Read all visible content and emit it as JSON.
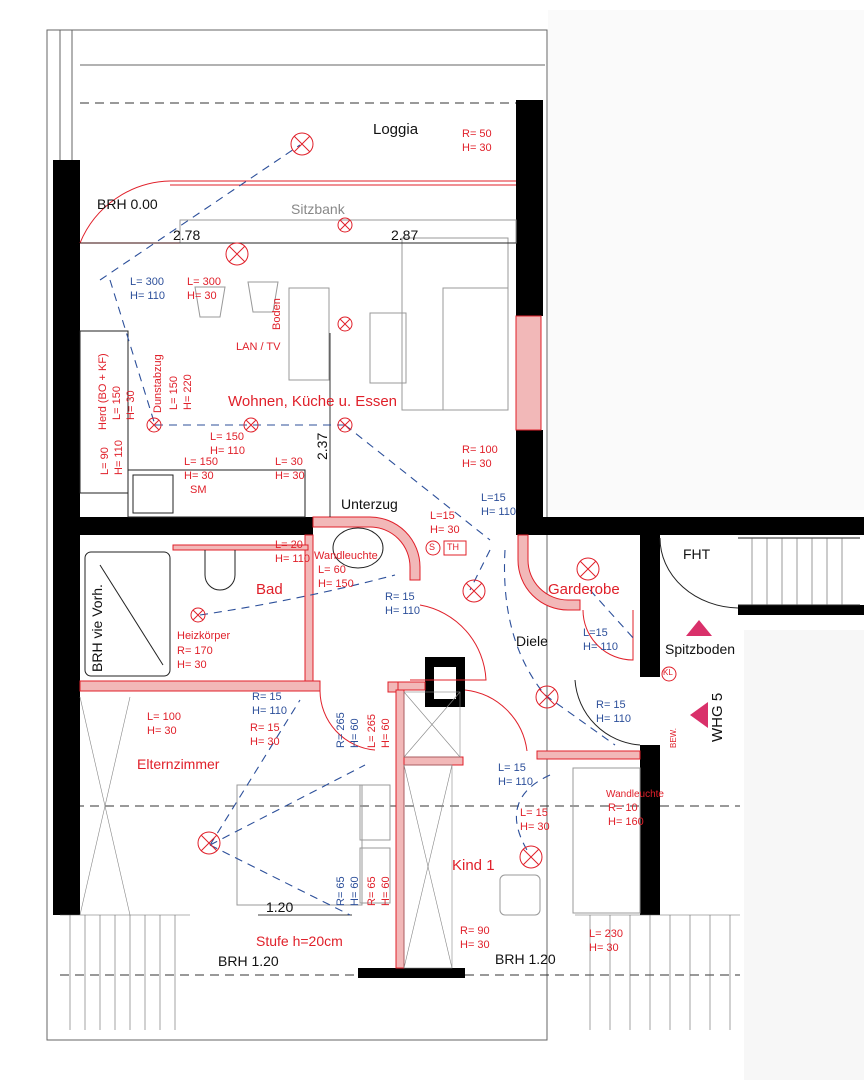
{
  "colors": {
    "wall": "#000000",
    "new_wall": "#f2b8b8",
    "electric": "#e0202a",
    "switch": "#2c4f9a",
    "marker": "#d9306a"
  },
  "rooms": {
    "loggia": "Loggia",
    "wohnen": "Wohnen, Küche u. Essen",
    "bad": "Bad",
    "garderobe": "Garderobe",
    "diele": "Diele",
    "eltern": "Elternzimmer",
    "kind": "Kind 1",
    "spitzboden": "Spitzboden",
    "whg": "WHG 5",
    "fht": "FHT"
  },
  "annotations": {
    "brh_000": "BRH 0.00",
    "sitzbank": "Sitzbank",
    "dim_278": "2.78",
    "dim_287": "2.87",
    "dim_237": "2.37",
    "dim_120": "1.20",
    "unterzug": "Unterzug",
    "boden": "Boden",
    "lan_tv": "LAN / TV",
    "herd": "Herd (BO + KF)",
    "dunstabzug": "Dunstabzug",
    "sm": "SM",
    "wandleuchte": "Wandleuchte",
    "heizkoerper": "Heizkörper",
    "brh_vorh": "BRH vie Vorh.",
    "stufe": "Stufe h=20cm",
    "brh_120a": "BRH 1.20",
    "brh_120b": "BRH 1.20",
    "kl": "KL",
    "bew": "BEW.",
    "s": "S",
    "th": "TH"
  },
  "specs": {
    "loggia_sock": [
      "R= 50",
      "H= 30"
    ],
    "wohnen_switch": [
      "L= 300",
      "H= 110"
    ],
    "wohnen_sock": [
      "L= 300",
      "H= 30"
    ],
    "dunst": [
      "L= 150",
      "H= 220"
    ],
    "herd_sock": [
      "L= 150",
      "H= 30"
    ],
    "herd_l90": [
      "L= 90",
      "H= 110"
    ],
    "kitchen_sock1": [
      "L= 150",
      "H= 110"
    ],
    "kitchen_sock2": [
      "L= 150",
      "H= 30"
    ],
    "kitchen_sock3": [
      "L= 30",
      "H= 30"
    ],
    "wohnen_r100": [
      "R= 100",
      "H= 30"
    ],
    "diele_switch": [
      "L=15",
      "H= 110"
    ],
    "diele_sock": [
      "L=15",
      "H= 30"
    ],
    "bad_l20": [
      "L= 20",
      "H= 110"
    ],
    "wand_l60": [
      "L= 60",
      "H= 150"
    ],
    "bad_switch": [
      "R= 15",
      "H= 110"
    ],
    "gard_switch": [
      "L=15",
      "H= 110"
    ],
    "heiz": [
      "R= 170",
      "H= 30"
    ],
    "whg_switch": [
      "R= 15",
      "H= 110"
    ],
    "eltern_l100": [
      "L= 100",
      "H= 30"
    ],
    "eltern_switch": [
      "R= 15",
      "H= 110"
    ],
    "eltern_sock": [
      "R= 15",
      "H= 30"
    ],
    "eltern_r265": [
      "R= 265",
      "H= 60"
    ],
    "eltern_l265": [
      "L= 265",
      "H= 60"
    ],
    "kind_switch": [
      "L= 15",
      "H= 110"
    ],
    "kind_sock": [
      "L= 15",
      "H= 30"
    ],
    "kind_wand": [
      "R= 10",
      "H= 160"
    ],
    "bed_r65_blue": [
      "R= 65",
      "H= 60"
    ],
    "bed_r65_red": [
      "R= 65",
      "H= 60"
    ],
    "kind_r90": [
      "R= 90",
      "H= 30"
    ],
    "kind_l230": [
      "L= 230",
      "H= 30"
    ]
  }
}
